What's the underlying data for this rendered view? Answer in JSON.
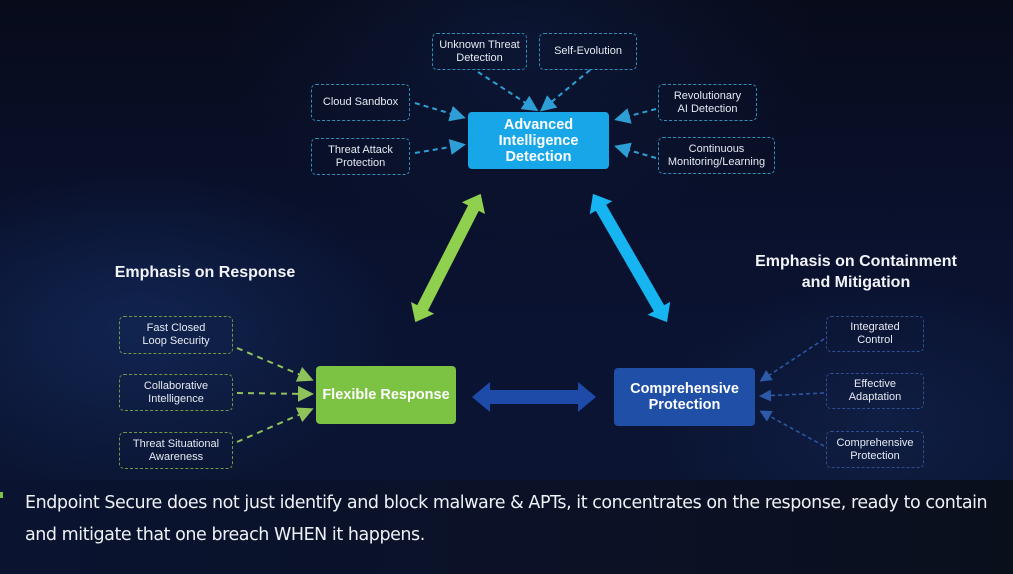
{
  "diagram": {
    "central_nodes": {
      "advanced_intelligence_detection": {
        "label_lines": [
          "Advanced",
          "Intelligence",
          "Detection"
        ],
        "color": "#17a7e8"
      },
      "flexible_response": {
        "label": "Flexible Response",
        "color": "#7cc243"
      },
      "comprehensive_protection": {
        "label_lines": [
          "Comprehensive",
          "Protection"
        ],
        "color": "#1f4fa6"
      }
    },
    "detection_inputs": [
      {
        "label_lines": [
          "Unknown Threat",
          "Detection"
        ]
      },
      {
        "label_lines": [
          "Self-Evolution"
        ]
      },
      {
        "label_lines": [
          "Cloud Sandbox"
        ]
      },
      {
        "label_lines": [
          "Threat Attack",
          "Protection"
        ]
      },
      {
        "label_lines": [
          "Revolutionary",
          "AI Detection"
        ]
      },
      {
        "label_lines": [
          "Continuous",
          "Monitoring/Learning"
        ]
      }
    ],
    "response_section": {
      "heading": "Emphasis on Response",
      "inputs": [
        {
          "label_lines": [
            "Fast Closed",
            "Loop Security"
          ]
        },
        {
          "label_lines": [
            "Collaborative",
            "Intelligence"
          ]
        },
        {
          "label_lines": [
            "Threat Situational",
            "Awareness"
          ]
        }
      ]
    },
    "containment_section": {
      "heading_lines": [
        "Emphasis on Containment",
        "and Mitigation"
      ],
      "inputs": [
        {
          "label_lines": [
            "Integrated",
            "Control"
          ]
        },
        {
          "label_lines": [
            "Effective",
            "Adaptation"
          ]
        },
        {
          "label_lines": [
            "Comprehensive",
            "Protection"
          ]
        }
      ]
    },
    "connectors": [
      {
        "from": "Advanced Intelligence Detection",
        "to": "Flexible Response",
        "type": "bidirectional",
        "color": "#8fd14f"
      },
      {
        "from": "Advanced Intelligence Detection",
        "to": "Comprehensive Protection",
        "type": "bidirectional",
        "color": "#16b4f0"
      },
      {
        "from": "Flexible Response",
        "to": "Comprehensive Protection",
        "type": "bidirectional",
        "color": "#1e4aa8"
      }
    ]
  },
  "caption": {
    "text": "Endpoint Secure does not just identify and block malware & APTs, it concentrates on the response, ready to contain and mitigate that one breach WHEN it happens."
  }
}
